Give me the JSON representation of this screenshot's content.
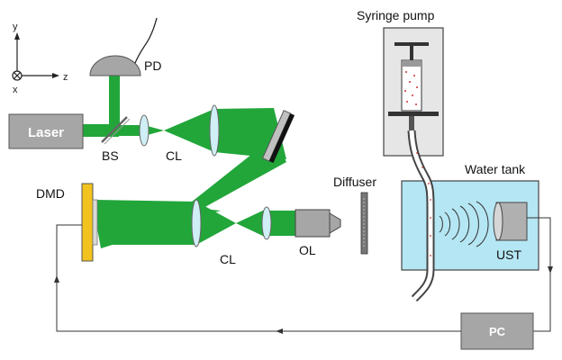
{
  "colors": {
    "beam": "#22a63a",
    "beam_light": "#7fd08a",
    "box_gray": "#a6a6a6",
    "water": "#b5e6f3",
    "dmd_yellow": "#f2c21e",
    "optic_blue": "#cfeef6",
    "wire": "#333333"
  },
  "axes": {
    "y": "y",
    "x": "x",
    "z": "z"
  },
  "labels": {
    "laser": "Laser",
    "pd": "PD",
    "bs": "BS",
    "cl_top": "CL",
    "cl_bottom": "CL",
    "dmd": "DMD",
    "ol": "OL",
    "diffuser": "Diffuser",
    "syringe_pump": "Syringe pump",
    "water_tank": "Water tank",
    "ust": "UST",
    "pc": "PC"
  }
}
